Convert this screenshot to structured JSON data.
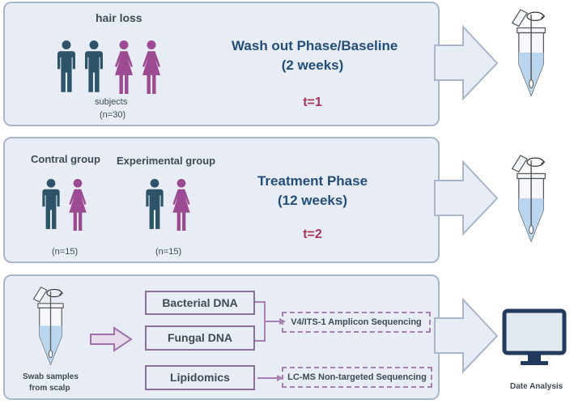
{
  "panel1": {
    "label": "hair loss",
    "subjects_label": "subjects",
    "count": "(n=30)",
    "phase_line1": "Wash out Phase/Baseline",
    "phase_line2": "(2 weeks)",
    "time": "t=1"
  },
  "panel2": {
    "control_label": "Contral group",
    "experimental_label": "Experimental group",
    "control_count": "(n=15)",
    "experimental_count": "(n=15)",
    "phase_line1": "Treatment Phase",
    "phase_line2": "(12 weeks)",
    "time": "t=2"
  },
  "panel3": {
    "swab_line1": "Swab samples",
    "swab_line2": "from scalp",
    "bacterial": "Bacterial DNA",
    "fungal": "Fungal  DNA",
    "lipidomics": "Lipidomics",
    "amplicon": "V4/ITS-1 Amplicon Sequencing",
    "lcms": "LC-MS Non-targeted Sequencing"
  },
  "output": {
    "analysis_label": "Date Analysis"
  },
  "colors": {
    "male": "#2d5468",
    "female": "#9c4a92",
    "panel_bg": "#e8edf5",
    "panel_border": "#a9b5cb",
    "phase_text": "#244e7a",
    "time_text": "#a5365a",
    "box_border": "#8a6f98",
    "dashed_border": "#a77fb1",
    "tube_liquid": "#b9d6ee"
  }
}
